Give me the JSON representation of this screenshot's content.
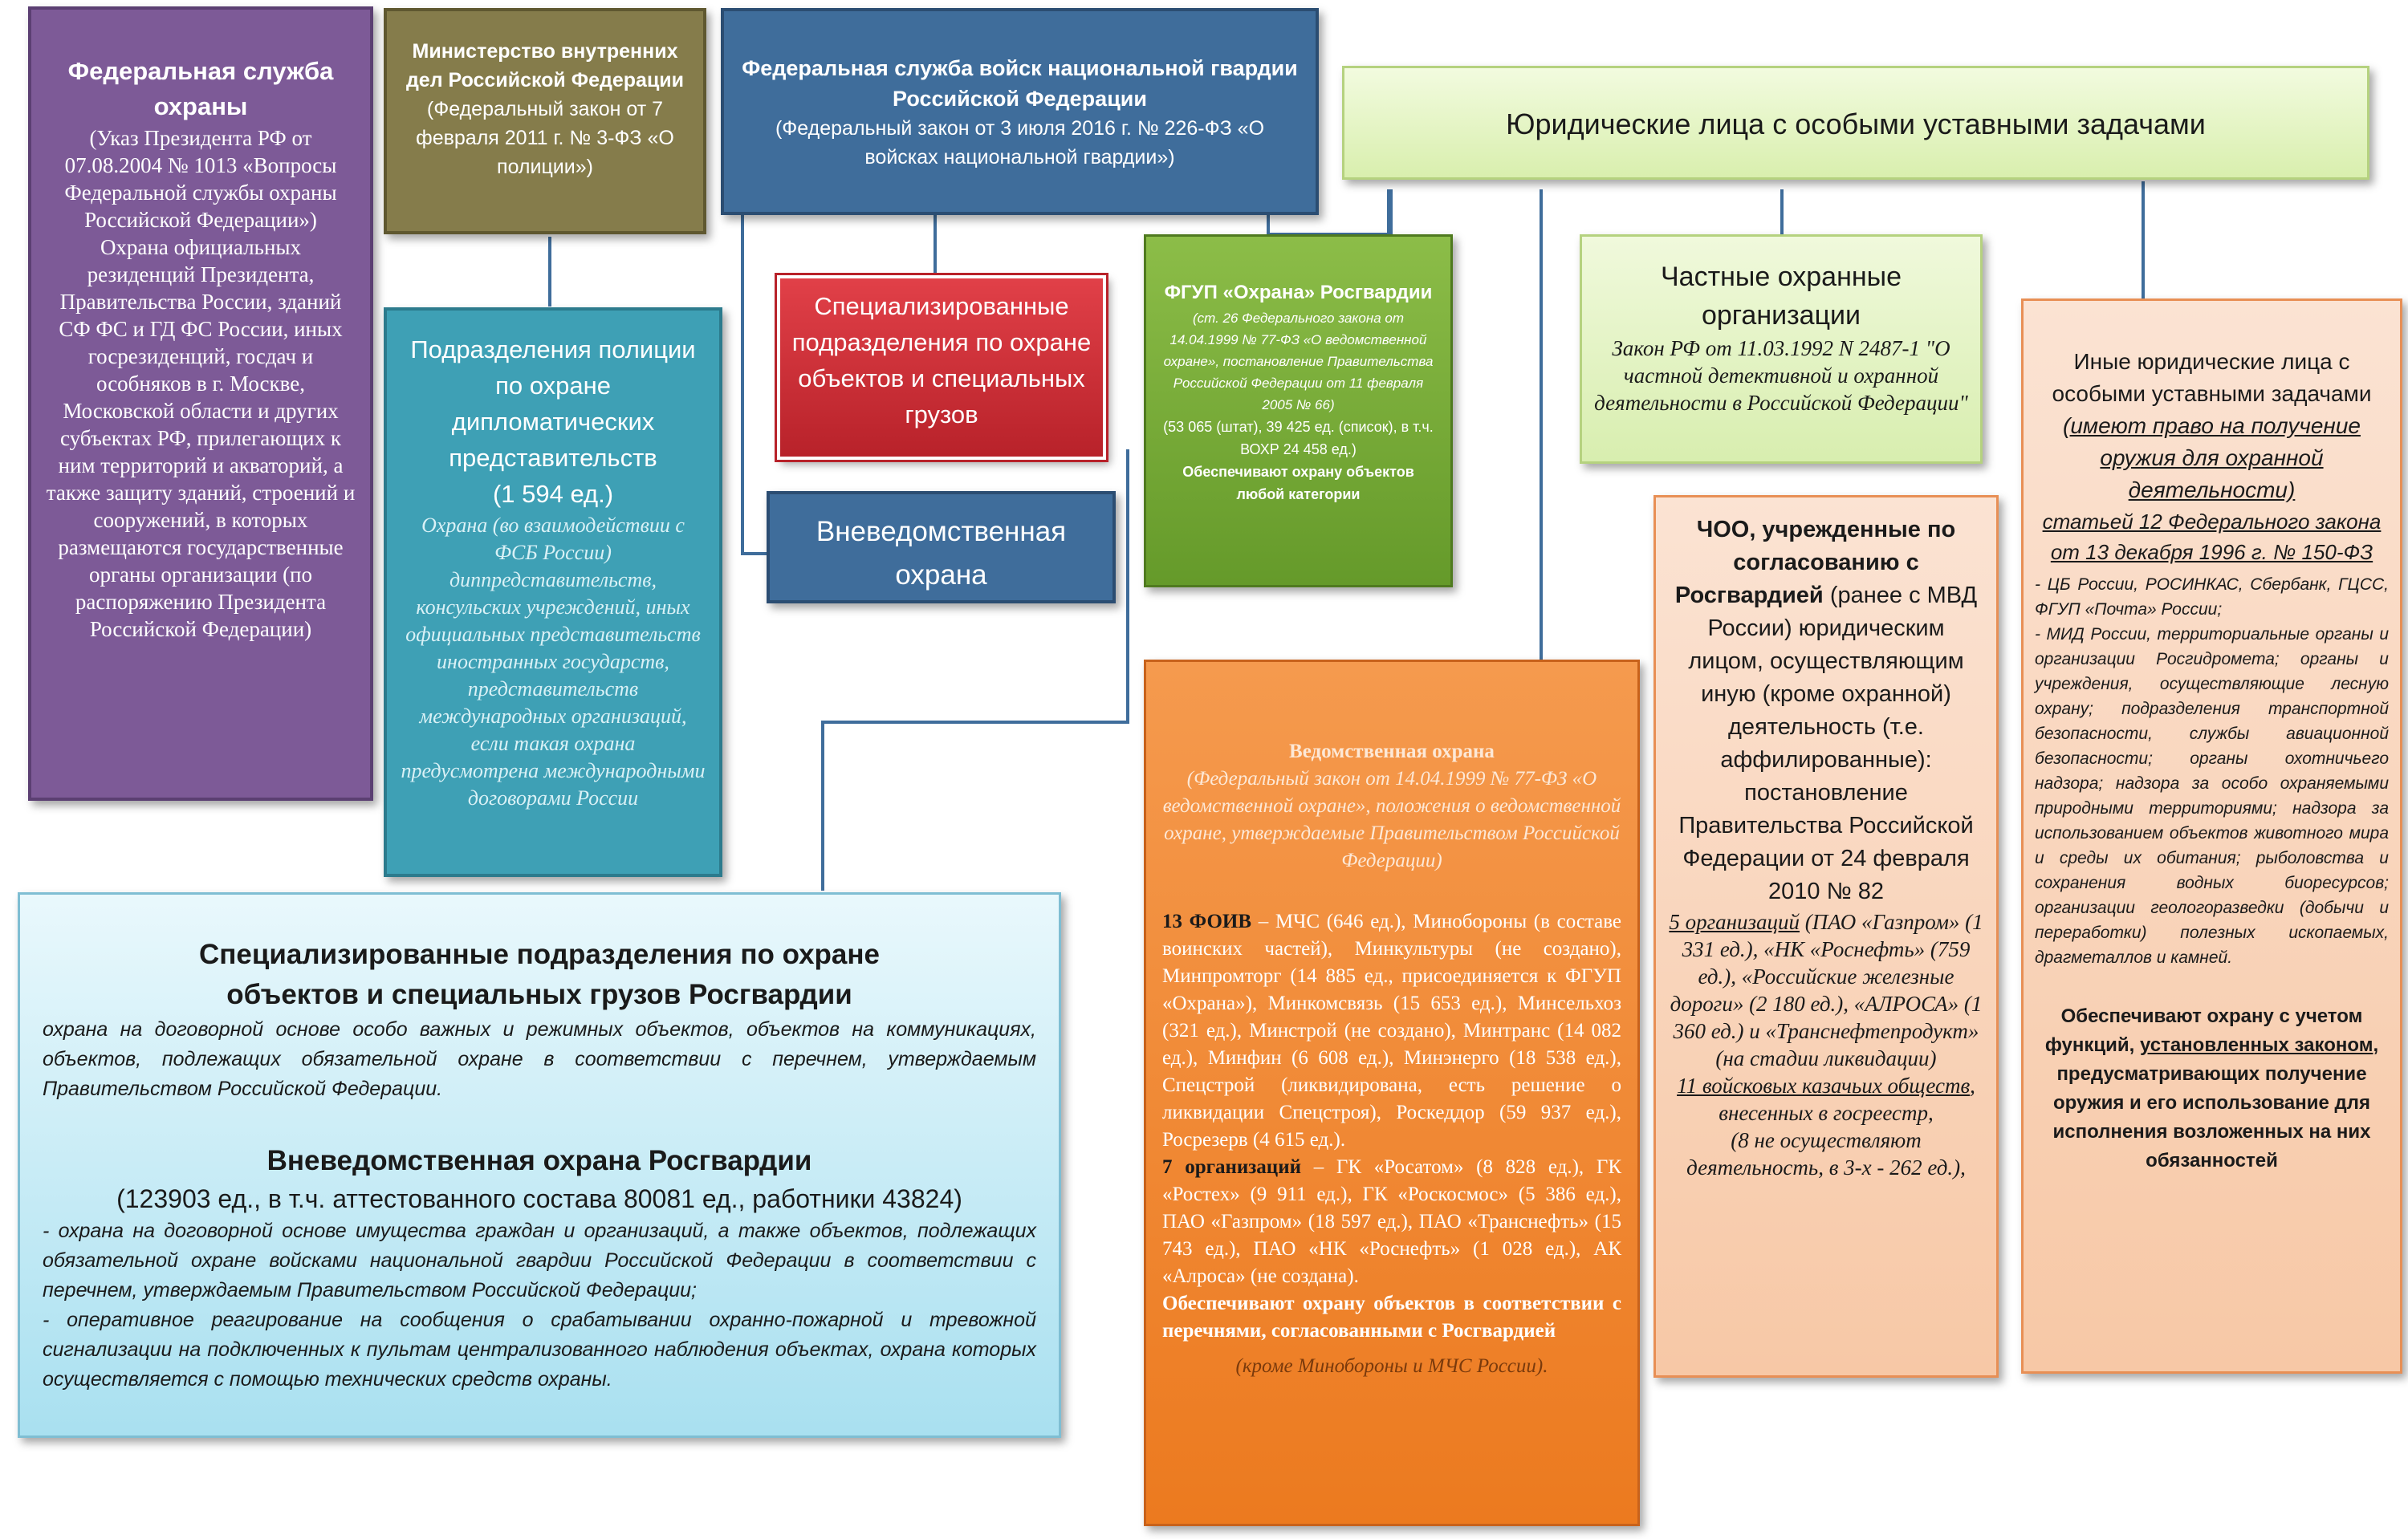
{
  "fso": {
    "title": "Федеральная служба охраны",
    "basis": "(Указ Президента РФ от 07.08.2004 № 1013 «Вопросы Федеральной службы охраны Российской Федерации»)",
    "desc": "Охрана официальных резиденций Президента, Правительства России, зданий СФ ФС и ГД ФС России, иных госрезиденций, госдач и особняков в г. Москве, Московской области и других субъектах РФ, прилегающих к ним территорий и акваторий, а также защиту зданий, строений и сооружений, в которых размещаются государственные органы организации (по распоряжению Президента Российской Федерации)"
  },
  "mvd": {
    "title": "Министерство внутренних дел Российской Федерации",
    "basis": "(Федеральный закон от 7 февраля 2011 г. № 3-ФЗ «О полиции»)"
  },
  "rosgvardia": {
    "title": "Федеральная служба войск национальной гвардии Российской Федерации",
    "basis": "(Федеральный закон от 3 июля 2016 г. № 226-ФЗ «О войсках национальной гвардии»)"
  },
  "legal": {
    "title": "Юридические лица с особыми уставными задачами"
  },
  "police_diplo": {
    "title": "Подразделения полиции по охране дипломатических представительств",
    "count": "(1 594 ед.)",
    "desc": "Охрана (во взаимодействии с ФСБ России) диппредставительств, консульских учреждений, иных официальных представительств иностранных государств, представительств международных организаций, если такая охрана предусмотрена международными договорами России"
  },
  "spec_units": {
    "title": "Специализированные подразделения по охране объектов и специальных грузов"
  },
  "vnevedom": {
    "title": "Вневедомственная охрана"
  },
  "fgup": {
    "title": "ФГУП «Охрана» Росгвардии",
    "basis": "(ст. 26 Федерального закона от 14.04.1999 № 77-ФЗ «О ведомственной охране», постановление Правительства Российской Федерации от 11 февраля 2005 № 66)",
    "stats": "(53 065 (штат), 39 425 ед. (список), в т.ч. ВОХР 24 458 ед.)",
    "note": "Обеспечивают охрану объектов любой категории"
  },
  "private": {
    "title": "Частные охранные организации",
    "basis": "Закон РФ от 11.03.1992 N 2487-1 \"О частной детективной и охранной деятельности в Российской Федерации\""
  },
  "vedom": {
    "title": "Ведомственная охрана",
    "basis": "(Федеральный закон от 14.04.1999 № 77-ФЗ «О ведомственной охране», положения о ведомственной охране, утверждаемые Правительством Российской Федерации)",
    "foiv_label": "13 ФОИВ",
    "foiv_text": " – МЧС (646 ед.), Минобороны (в составе воинских частей), Минкультуры (не создано), Минпромторг (14 885 ед., присоединяется к ФГУП «Охрана»), Минкомсвязь (15 653 ед.), Минсельхоз (321 ед.), Минстрой (не создано), Минтранс (14 082 ед.), Минфин (6 608 ед.), Минэнерго (18 538 ед.), Спецстрой (ликвидирована, есть решение о ликвидации Спецстроя), Роскеддор (59 937 ед.), Росрезерв (4 615 ед.).",
    "org_label": "7 организаций",
    "org_text": " – ГК «Росатом» (8 828 ед.), ГК «Ростех» (9 911 ед.), ГК «Роскосмос» (5 386 ед.), ПАО «Газпром» (18 597 ед.), ПАО «Транснефть» (15 743 ед.), ПАО «НК «Роснефть» (1 028 ед.), АК «Алроса» (не создана).",
    "provide": "Обеспечивают охрану объектов в соответствии с перечнями, согласованными с Росгвардией",
    "except": "(кроме Минобороны и МЧС России)."
  },
  "choo": {
    "title": "ЧОО, учрежденные по согласованию с Росгвардией",
    "text1": " (ранее с МВД России) юридическим лицом, осуществляющим иную (кроме охранной) деятельность (т.е. аффилированные): постановление Правительства Российской Федерации от 24 февраля 2010 № 82",
    "orgs_u": "5 организаций",
    "orgs_text": " (ПАО «Газпром» (1 331 ед.), «НК «Роснефть» (759 ед.), «Российские железные дороги» (2 180 ед.), «АЛРОСА» (1 360 ед.) и «Транснефтепродукт» (на стадии ликвидации)",
    "kazak_u": "11 войсковых казачьих обществ",
    "kazak_text": ", внесенных в госреестр,",
    "kazak_note": "(8 не осуществляют деятельность, в 3-х - 262 ед.),"
  },
  "other": {
    "title": "Иные юридические лица с особыми уставными задачами ",
    "right_u": "(имеют право на получение оружия для охранной деятельности)",
    "law_u": "статьей 12 Федерального закона от 13 декабря 1996 г. № 150-ФЗ",
    "list1": "- ЦБ России, РОСИНКАС, Сбербанк, ГЦСС, ФГУП «Почта» России;",
    "list2": "- МИД России, территориальные органы и организации Росгидромета; органы и учреждения, осуществляющие лесную охрану; подразделения транспортной безопасности, службы авиационной безопасности; органы охотничьего надзора; надзора за особо охраняемыми природными территориями; надзора за использованием объектов животного мира и среды их обитания; рыболовства и сохранения водных биоресурсов; организации геологоразведки (добычи и переработки) полезных ископаемых, драгметаллов и камней.",
    "provide1": "Обеспечивают охрану с учетом функций, ",
    "provide_u1": "установленных законом",
    "provide2": ", предусматривающих получение оружия и его использование для исполнения возложенных на них обязанностей"
  },
  "bottom": {
    "title1": "Специализированные подразделения по охране объектов и специальных грузов Росгвардии",
    "text1": "охрана на договорной основе особо важных и режимных объектов, объектов на коммуникациях, объектов, подлежащих обязательной охране в соответствии с перечнем, утверждаемым Правительством Российской Федерации.",
    "title2": "Вневедомственная охрана Росгвардии",
    "stats2": "(123903 ед., в т.ч. аттестованного состава 80081 ед., работники 43824)",
    "text2a": "- охрана на договорной основе имущества граждан и организаций, а также объектов, подлежащих обязательной охране войсками национальной гвардии Российской Федерации в соответствии с перечнем, утверждаемым Правительством Российской Федерации;",
    "text2b": "- оперативное реагирование на сообщения о срабатывании охранно-пожарной и тревожной сигнализации на подключенных к пультам централизованного наблюдения объектах, охрана которых осуществляется с помощью технических средств охраны."
  },
  "colors": {
    "purple": "#7d5a97",
    "olive": "#857c4b",
    "blue": "#3f6d9b",
    "teal": "#3ea0b5",
    "red": "#d02a34",
    "green": "#74a334",
    "lime": "#e4f4c2",
    "orange": "#f0822a",
    "peach": "#fbd6be"
  }
}
